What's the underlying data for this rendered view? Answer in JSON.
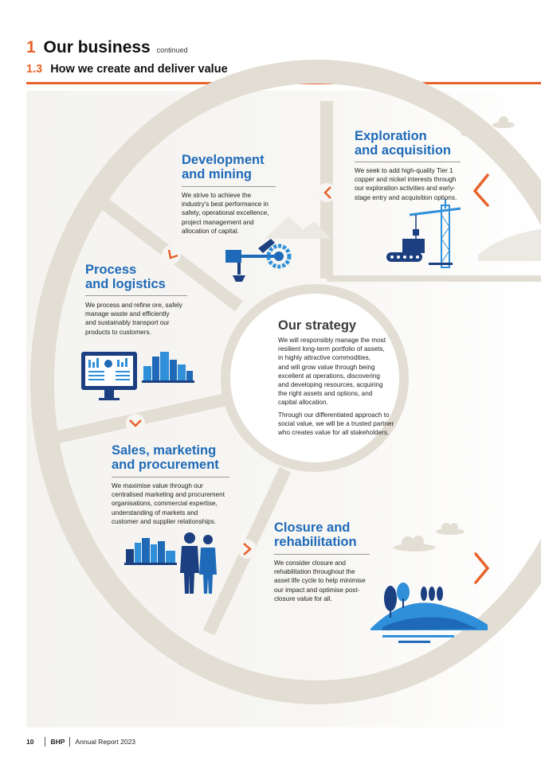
{
  "header": {
    "section_number": "1",
    "section_title": "Our business",
    "continued": "continued",
    "sub_number": "1.3",
    "sub_title": "How we create and deliver value"
  },
  "exploration": {
    "title_line1": "Exploration",
    "title_line2": "and acquisition",
    "body": [
      "We seek to add high-quality Tier 1",
      "copper and nickel interests through",
      "our exploration activities and early-",
      "stage entry and acquisition options."
    ]
  },
  "development": {
    "title_line1": "Development",
    "title_line2": "and mining",
    "body": [
      "We strive to achieve the",
      "industry's best performance in",
      "safety, operational excellence,",
      "project management and",
      "allocation of capital."
    ]
  },
  "process": {
    "title_line1": "Process",
    "title_line2": "and logistics",
    "body": [
      "We process and refine ore, safely",
      "manage waste and efficiently",
      "and sustainably transport our",
      "products to customers."
    ]
  },
  "strategy": {
    "title": "Our strategy",
    "para1": [
      "We will responsibly manage the most",
      "resilient long-term portfolio of assets,",
      "in highly attractive commodities,",
      "and will grow value through being",
      "excellent at operations, discovering",
      "and developing resources, acquiring",
      "the right assets and options, and",
      "capital allocation."
    ],
    "para2": [
      "Through our differentiated approach to",
      "social value, we will be a trusted partner",
      "who creates value for all stakeholders."
    ]
  },
  "sales": {
    "title_line1": "Sales, marketing",
    "title_line2": "and procurement",
    "body": [
      "We maximise value through our",
      "centralised marketing and procurement",
      "organisations, commercial expertise,",
      "understanding of markets and",
      "customer and supplier relationships."
    ]
  },
  "closure": {
    "title_line1": "Closure and",
    "title_line2": "rehabilitation",
    "body": [
      "We consider closure and",
      "rehabilitation throughout the",
      "asset life cycle to help minimise",
      "our impact and optimise post-",
      "closure value for all."
    ]
  },
  "footer": {
    "page_number": "10",
    "brand": "BHP",
    "report": "Annual Report 2023"
  },
  "colors": {
    "accent_orange": "#e8632b",
    "brand_blue": "#1f6ab8",
    "dark_blue": "#1b3f80",
    "light_blue": "#2f8fd8",
    "wheel_grey": "#e3ded4"
  },
  "icons": [
    "crane-icon",
    "excavator-icon",
    "dashboard-monitor-icon",
    "city-icon",
    "business-people-icon",
    "landscape-trees-icon",
    "cloud-icon",
    "chevron-left-icon",
    "chevron-right-icon",
    "chevron-down-icon"
  ]
}
